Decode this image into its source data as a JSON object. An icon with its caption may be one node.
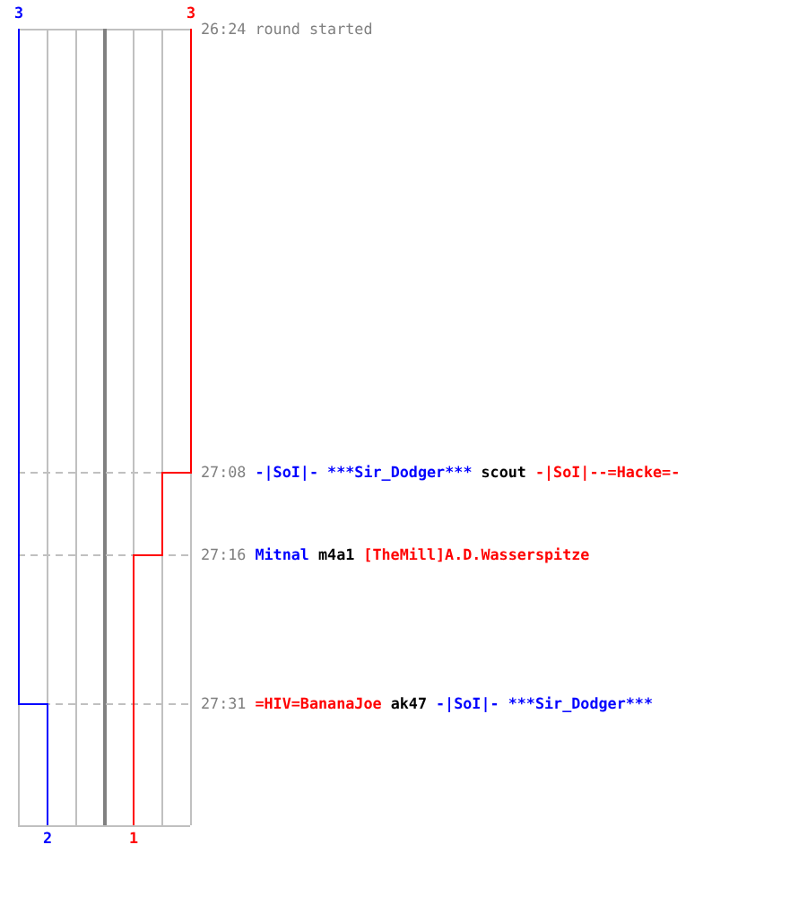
{
  "diagram": {
    "labels": [
      "3",
      "3",
      "26:24",
      "round started",
      "27:08",
      "-|SoI|- ***Sir_Dodger***",
      "scout",
      "-|SoI|--=Hacke=-",
      "27:16",
      "Mitnal",
      "m4a1",
      "[TheMill]A.D.Wasserspitze",
      "27:31",
      "=HIV=BananaJoe",
      "ak47",
      "-|SoI|- ***Sir_Dodger***",
      "2",
      "1"
    ]
  }
}
